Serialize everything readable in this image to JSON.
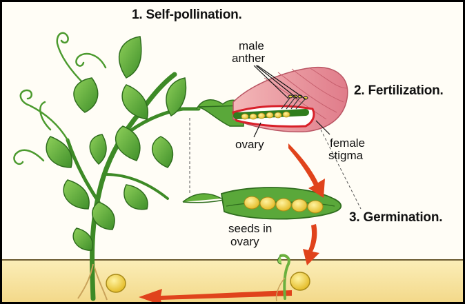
{
  "steps": {
    "self_pollination": "1. Self-pollination.",
    "fertilization": "2. Fertilization.",
    "germination": "3. Germination."
  },
  "parts": {
    "male_anther_line1": "male",
    "male_anther_line2": "anther",
    "ovary": "ovary",
    "female_stigma_line1": "female",
    "female_stigma_line2": "stigma",
    "seeds_line1": "seeds in",
    "seeds_line2": "ovary"
  },
  "colors": {
    "leaf": "#5aa83a",
    "leaf_dark": "#2f6d1e",
    "petal": "#e8909a",
    "stigma": "#d8202a",
    "arrow": "#e0431c",
    "seed": "#f1d23c",
    "soil": "#f6e3a2"
  },
  "icons": [
    "pea-plant-illustration",
    "flower-cross-section-illustration",
    "pea-pod-illustration",
    "seedling-illustration",
    "process-arrow"
  ]
}
